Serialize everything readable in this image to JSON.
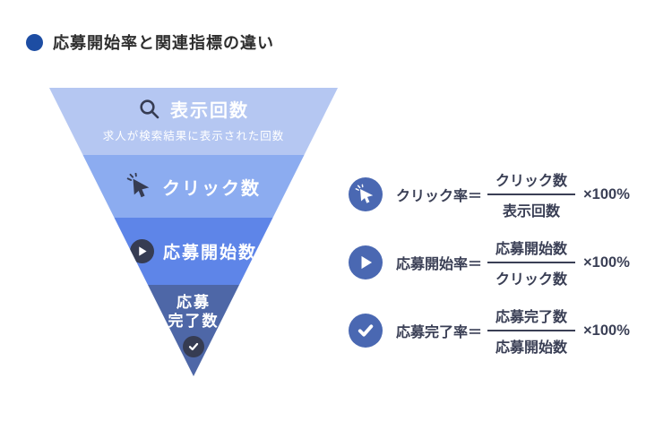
{
  "header": {
    "title": "応募開始率と関連指標の違い",
    "bullet_color": "#1d4da3"
  },
  "funnel": {
    "levels": [
      {
        "icon": "search-icon",
        "label": "表示回数",
        "sublabel": "求人が検索結果に表示された回数",
        "color": "#b5c7f2"
      },
      {
        "icon": "cursor-click-icon",
        "label": "クリック数",
        "color": "#8cacf0"
      },
      {
        "icon": "play-icon",
        "label": "応募開始数",
        "color": "#5e85e8"
      },
      {
        "icon": "check-icon",
        "label": "応募完了数",
        "line1": "応募",
        "line2": "完了数",
        "color": "#4e67a7"
      }
    ]
  },
  "formulas": [
    {
      "icon": "cursor-click-icon",
      "label": "クリック率＝",
      "numerator": "クリック数",
      "denominator": "表示回数",
      "multiplier": "×100%"
    },
    {
      "icon": "play-icon",
      "label": "応募開始率＝",
      "numerator": "応募開始数",
      "denominator": "クリック数",
      "multiplier": "×100%"
    },
    {
      "icon": "check-icon",
      "label": "応募完了率＝",
      "numerator": "応募完了数",
      "denominator": "応募開始数",
      "multiplier": "×100%"
    }
  ],
  "colors": {
    "title_text": "#2e2e2e",
    "funnel_icon_navy": "#363c52",
    "formula_icon_circle": "#4a68b2",
    "formula_text": "#3a3f55",
    "white_text": "#ffffff"
  }
}
